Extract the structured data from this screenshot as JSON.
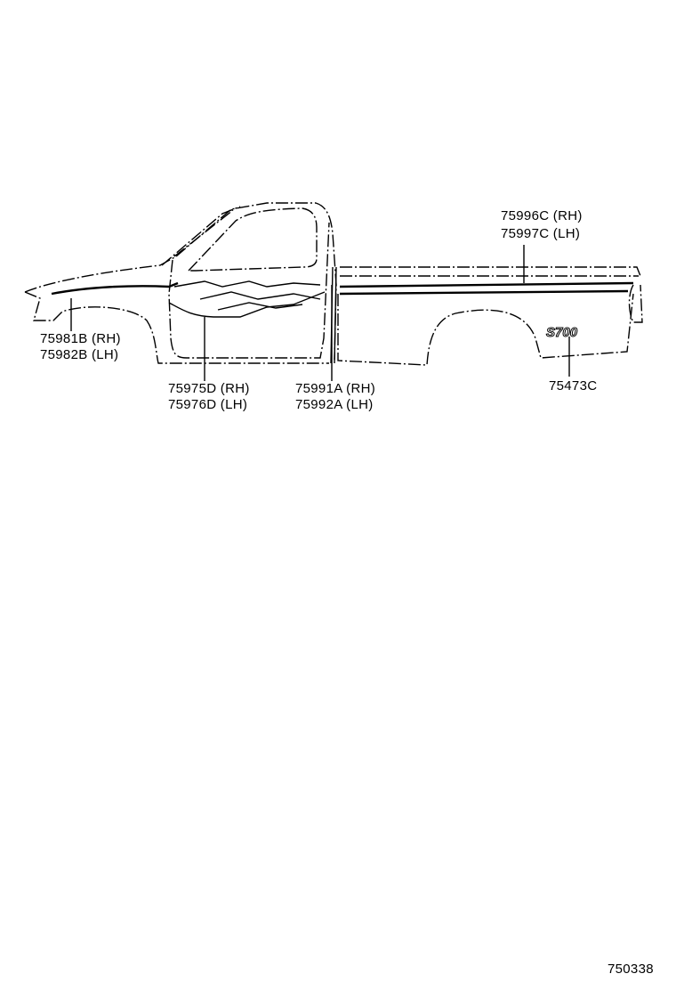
{
  "diagram_id": "750338",
  "callouts": [
    {
      "rh": "75996C (RH)",
      "lh": "75997C (LH)"
    },
    {
      "rh": "75981B (RH)",
      "lh": "75982B (LH)"
    },
    {
      "rh": "75975D (RH)",
      "lh": "75976D (LH)"
    },
    {
      "rh": "75991A (RH)",
      "lh": "75992A (LH)"
    },
    {
      "single": "75473C"
    }
  ],
  "emblem_text": "S700"
}
